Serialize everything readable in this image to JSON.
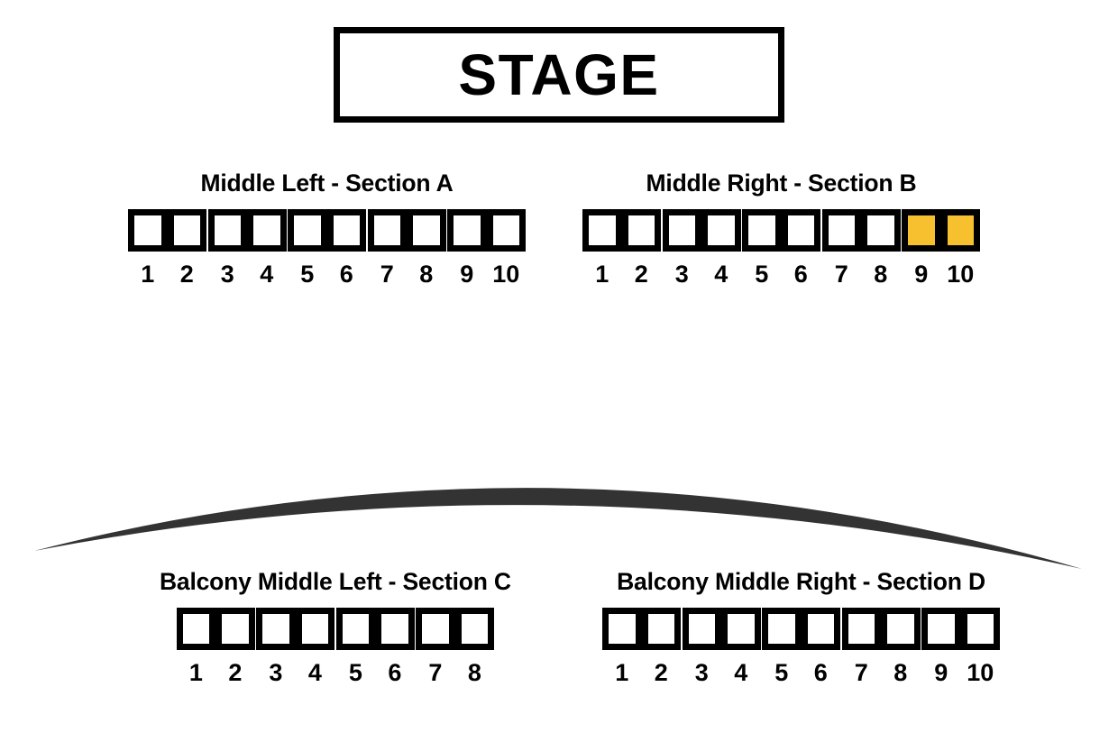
{
  "stage": {
    "label": "STAGE"
  },
  "colors": {
    "seat_border": "#000000",
    "seat_fill": "#ffffff",
    "seat_selected": "#f7c02e",
    "arc": "#333333",
    "background": "#ffffff"
  },
  "sections": [
    {
      "id": "A",
      "title": "Middle Left - Section A",
      "level": "floor",
      "seat_count": 10,
      "seat_numbers": [
        "1",
        "2",
        "3",
        "4",
        "5",
        "6",
        "7",
        "8",
        "9",
        "10"
      ],
      "seat_states": [
        "available",
        "available",
        "available",
        "available",
        "available",
        "available",
        "available",
        "available",
        "available",
        "available"
      ],
      "selected_seats": []
    },
    {
      "id": "B",
      "title": "Middle Right - Section B",
      "level": "floor",
      "seat_count": 10,
      "seat_numbers": [
        "1",
        "2",
        "3",
        "4",
        "5",
        "6",
        "7",
        "8",
        "9",
        "10"
      ],
      "seat_states": [
        "available",
        "available",
        "available",
        "available",
        "available",
        "available",
        "available",
        "available",
        "selected",
        "selected"
      ],
      "selected_seats": [
        "9",
        "10"
      ]
    },
    {
      "id": "C",
      "title": "Balcony Middle Left - Section C",
      "level": "balcony",
      "seat_count": 8,
      "seat_numbers": [
        "1",
        "2",
        "3",
        "4",
        "5",
        "6",
        "7",
        "8"
      ],
      "seat_states": [
        "available",
        "available",
        "available",
        "available",
        "available",
        "available",
        "available",
        "available"
      ],
      "selected_seats": []
    },
    {
      "id": "D",
      "title": "Balcony Middle Right - Section D",
      "level": "balcony",
      "seat_count": 10,
      "seat_numbers": [
        "1",
        "2",
        "3",
        "4",
        "5",
        "6",
        "7",
        "8",
        "9",
        "10"
      ],
      "seat_states": [
        "available",
        "available",
        "available",
        "available",
        "available",
        "available",
        "available",
        "available",
        "available",
        "available"
      ],
      "selected_seats": []
    }
  ],
  "divider": {
    "name": "balcony-arc",
    "shape": "tapered-arc"
  }
}
